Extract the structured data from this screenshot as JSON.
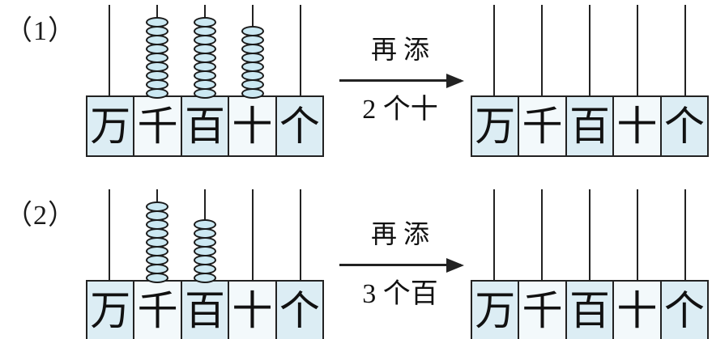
{
  "colors": {
    "page_bg": "#ffffff",
    "line": "#222222",
    "bead_fill": "#cbe8f2",
    "bead_stroke": "#1a1a1a",
    "cell_blue": "#dcedf4",
    "cell_white": "#f3f9fb"
  },
  "places": [
    "万",
    "千",
    "百",
    "十",
    "个"
  ],
  "place_names": [
    "wan",
    "qian",
    "bai",
    "shi",
    "ge"
  ],
  "problems": [
    {
      "label": "（1）",
      "left_abacus": {
        "beads": [
          0,
          9,
          9,
          8,
          0
        ]
      },
      "arrow": {
        "top": "再添",
        "bottom": "2 个十"
      },
      "right_abacus": {
        "beads": [
          0,
          0,
          0,
          0,
          0
        ]
      }
    },
    {
      "label": "（2）",
      "left_abacus": {
        "beads": [
          0,
          9,
          7,
          0,
          0
        ]
      },
      "arrow": {
        "top": "再添",
        "bottom": "3 个百"
      },
      "right_abacus": {
        "beads": [
          0,
          0,
          0,
          0,
          0
        ]
      }
    }
  ]
}
